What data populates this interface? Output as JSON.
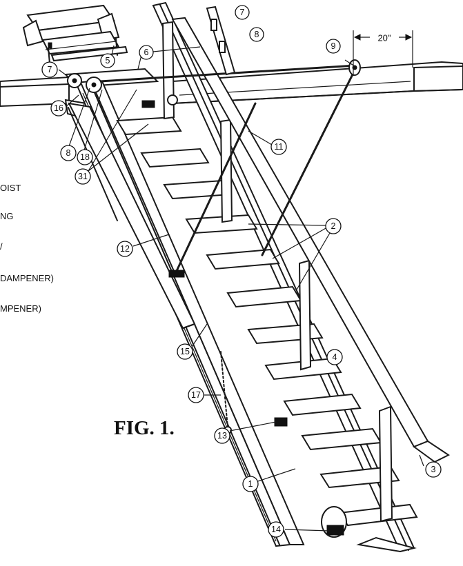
{
  "figure": {
    "caption": "FIG. 1.",
    "dimension_label": "20\"",
    "truncated_labels": [
      "OIST",
      "NG",
      "/",
      "DAMPENER)",
      "MPENER)"
    ]
  },
  "callouts": [
    {
      "label": "1"
    },
    {
      "label": "2"
    },
    {
      "label": "3"
    },
    {
      "label": "4"
    },
    {
      "label": "5"
    },
    {
      "label": "6"
    },
    {
      "label": "7"
    },
    {
      "label": "8"
    },
    {
      "label": "7"
    },
    {
      "label": "8"
    },
    {
      "label": "9"
    },
    {
      "label": "11"
    },
    {
      "label": "12"
    },
    {
      "label": "13"
    },
    {
      "label": "14"
    },
    {
      "label": "15"
    },
    {
      "label": "16"
    },
    {
      "label": "17"
    },
    {
      "label": "18"
    },
    {
      "label": "31"
    }
  ]
}
